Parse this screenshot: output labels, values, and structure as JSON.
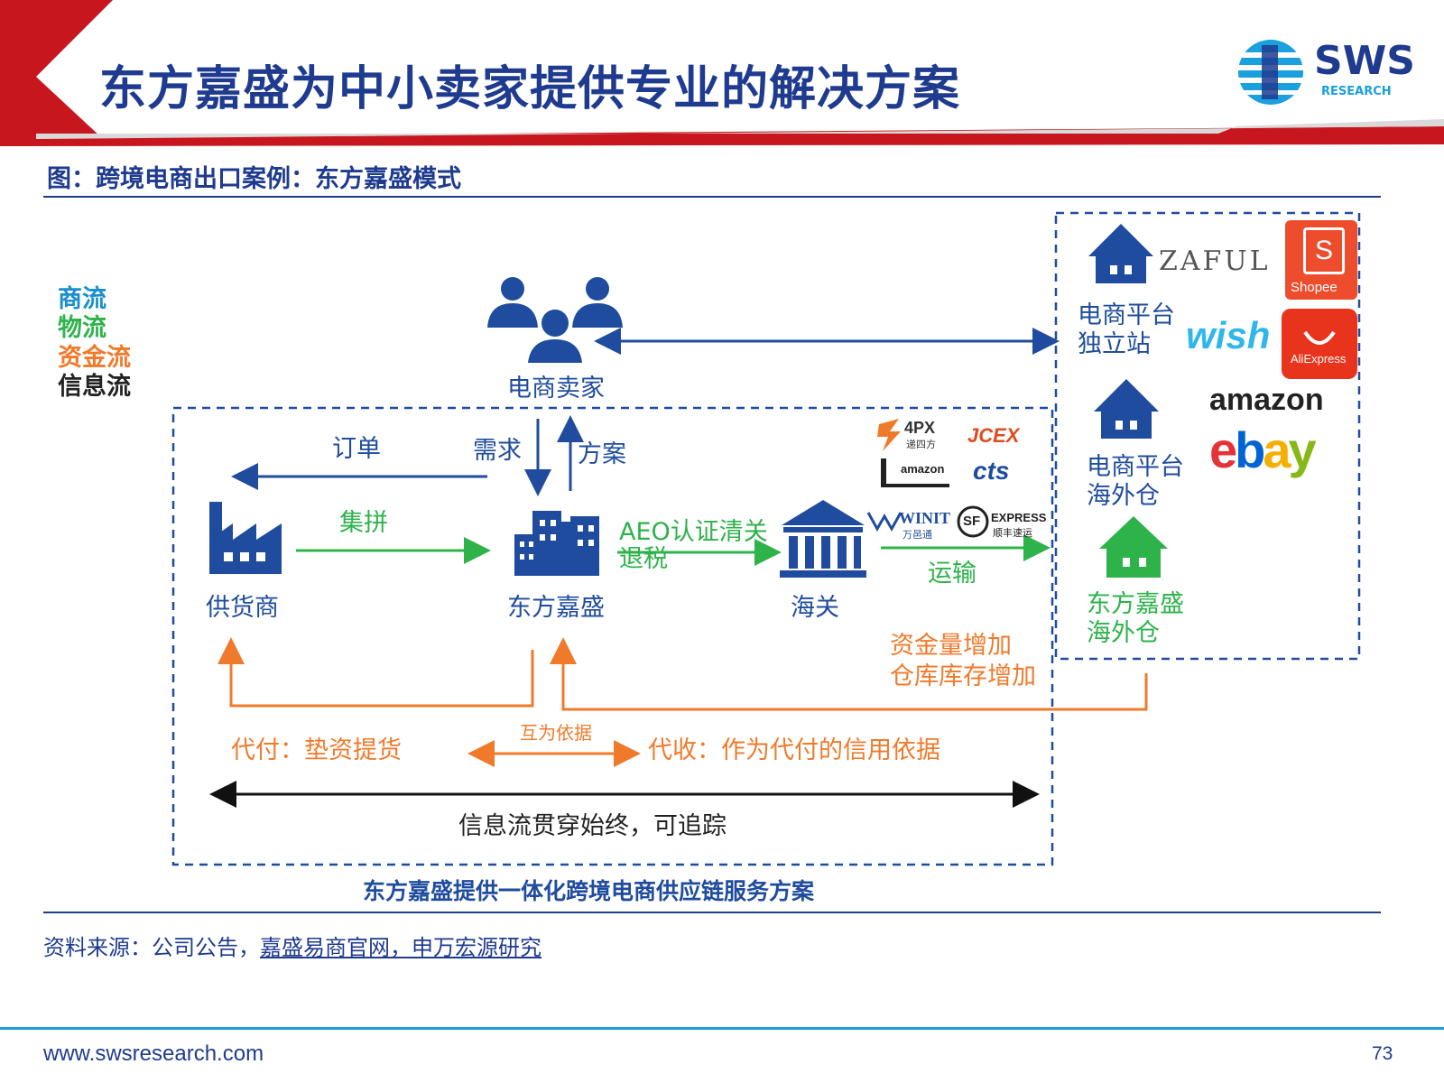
{
  "header": {
    "title": "东方嘉盛为中小卖家提供专业的解决方案",
    "logo_main": "SWS",
    "logo_sub": "RESEARCH"
  },
  "figure": {
    "caption": "图：跨境电商出口案例：东方嘉盛模式",
    "legend": [
      {
        "label": "商流",
        "color": "#1a8fd0"
      },
      {
        "label": "物流",
        "color": "#2db34a"
      },
      {
        "label": "资金流",
        "color": "#f07a2b"
      },
      {
        "label": "信息流",
        "color": "#222222"
      }
    ],
    "nodes": {
      "seller": "电商卖家",
      "supplier": "供货商",
      "company": "东方嘉盛",
      "customs": "海关"
    },
    "flows": {
      "order": "订单",
      "demand": "需求",
      "solution": "方案",
      "consolidate": "集拼",
      "clearance_line1": "AEO认证清关",
      "clearance_line2": "退税",
      "transport": "运输",
      "funds_line1": "资金量增加",
      "funds_line2": "仓库库存增加",
      "mutual": "互为依据",
      "pay_on_behalf": "代付：垫资提货",
      "collect_on_behalf": "代收：作为代付的信用依据",
      "info_flow": "信息流贯穿始终，可追踪"
    },
    "right_panel": {
      "platform_independent_line1": "电商平台",
      "platform_independent_line2": "独立站",
      "platform_overseas_line1": "电商平台",
      "platform_overseas_line2": "海外仓",
      "company_overseas_line1": "东方嘉盛",
      "company_overseas_line2": "海外仓",
      "brands": {
        "zaful": "ZAFUL",
        "shopee": "Shopee",
        "wish": "wish",
        "aliexpress": "AliExpress",
        "amazon": "amazon",
        "ebay_e": "e",
        "ebay_b": "b",
        "ebay_a": "a",
        "ebay_y": "y"
      }
    },
    "logistics_logos": {
      "fourpx": "4PX",
      "fourpx_sub": "递四方",
      "jcex": "JCEX",
      "amazon_fba": "amazon",
      "cts": "cts",
      "winit": "WINIT",
      "winit_sub": "万邑通",
      "sf": "SF",
      "sf_express": "EXPRESS",
      "sf_sub": "顺丰速运"
    },
    "solution_caption": "东方嘉盛提供一体化跨境电商供应链服务方案"
  },
  "source": {
    "prefix": "资料来源：公司公告，",
    "linked": "嘉盛易商官网，申万宏源研究"
  },
  "footer": {
    "url": "www.swsresearch.com",
    "page": "73"
  },
  "colors": {
    "red": "#c8161e",
    "navy": "#1f3b8f",
    "blue": "#1f4c9e",
    "green": "#2db34a",
    "orange": "#f07a2b"
  }
}
